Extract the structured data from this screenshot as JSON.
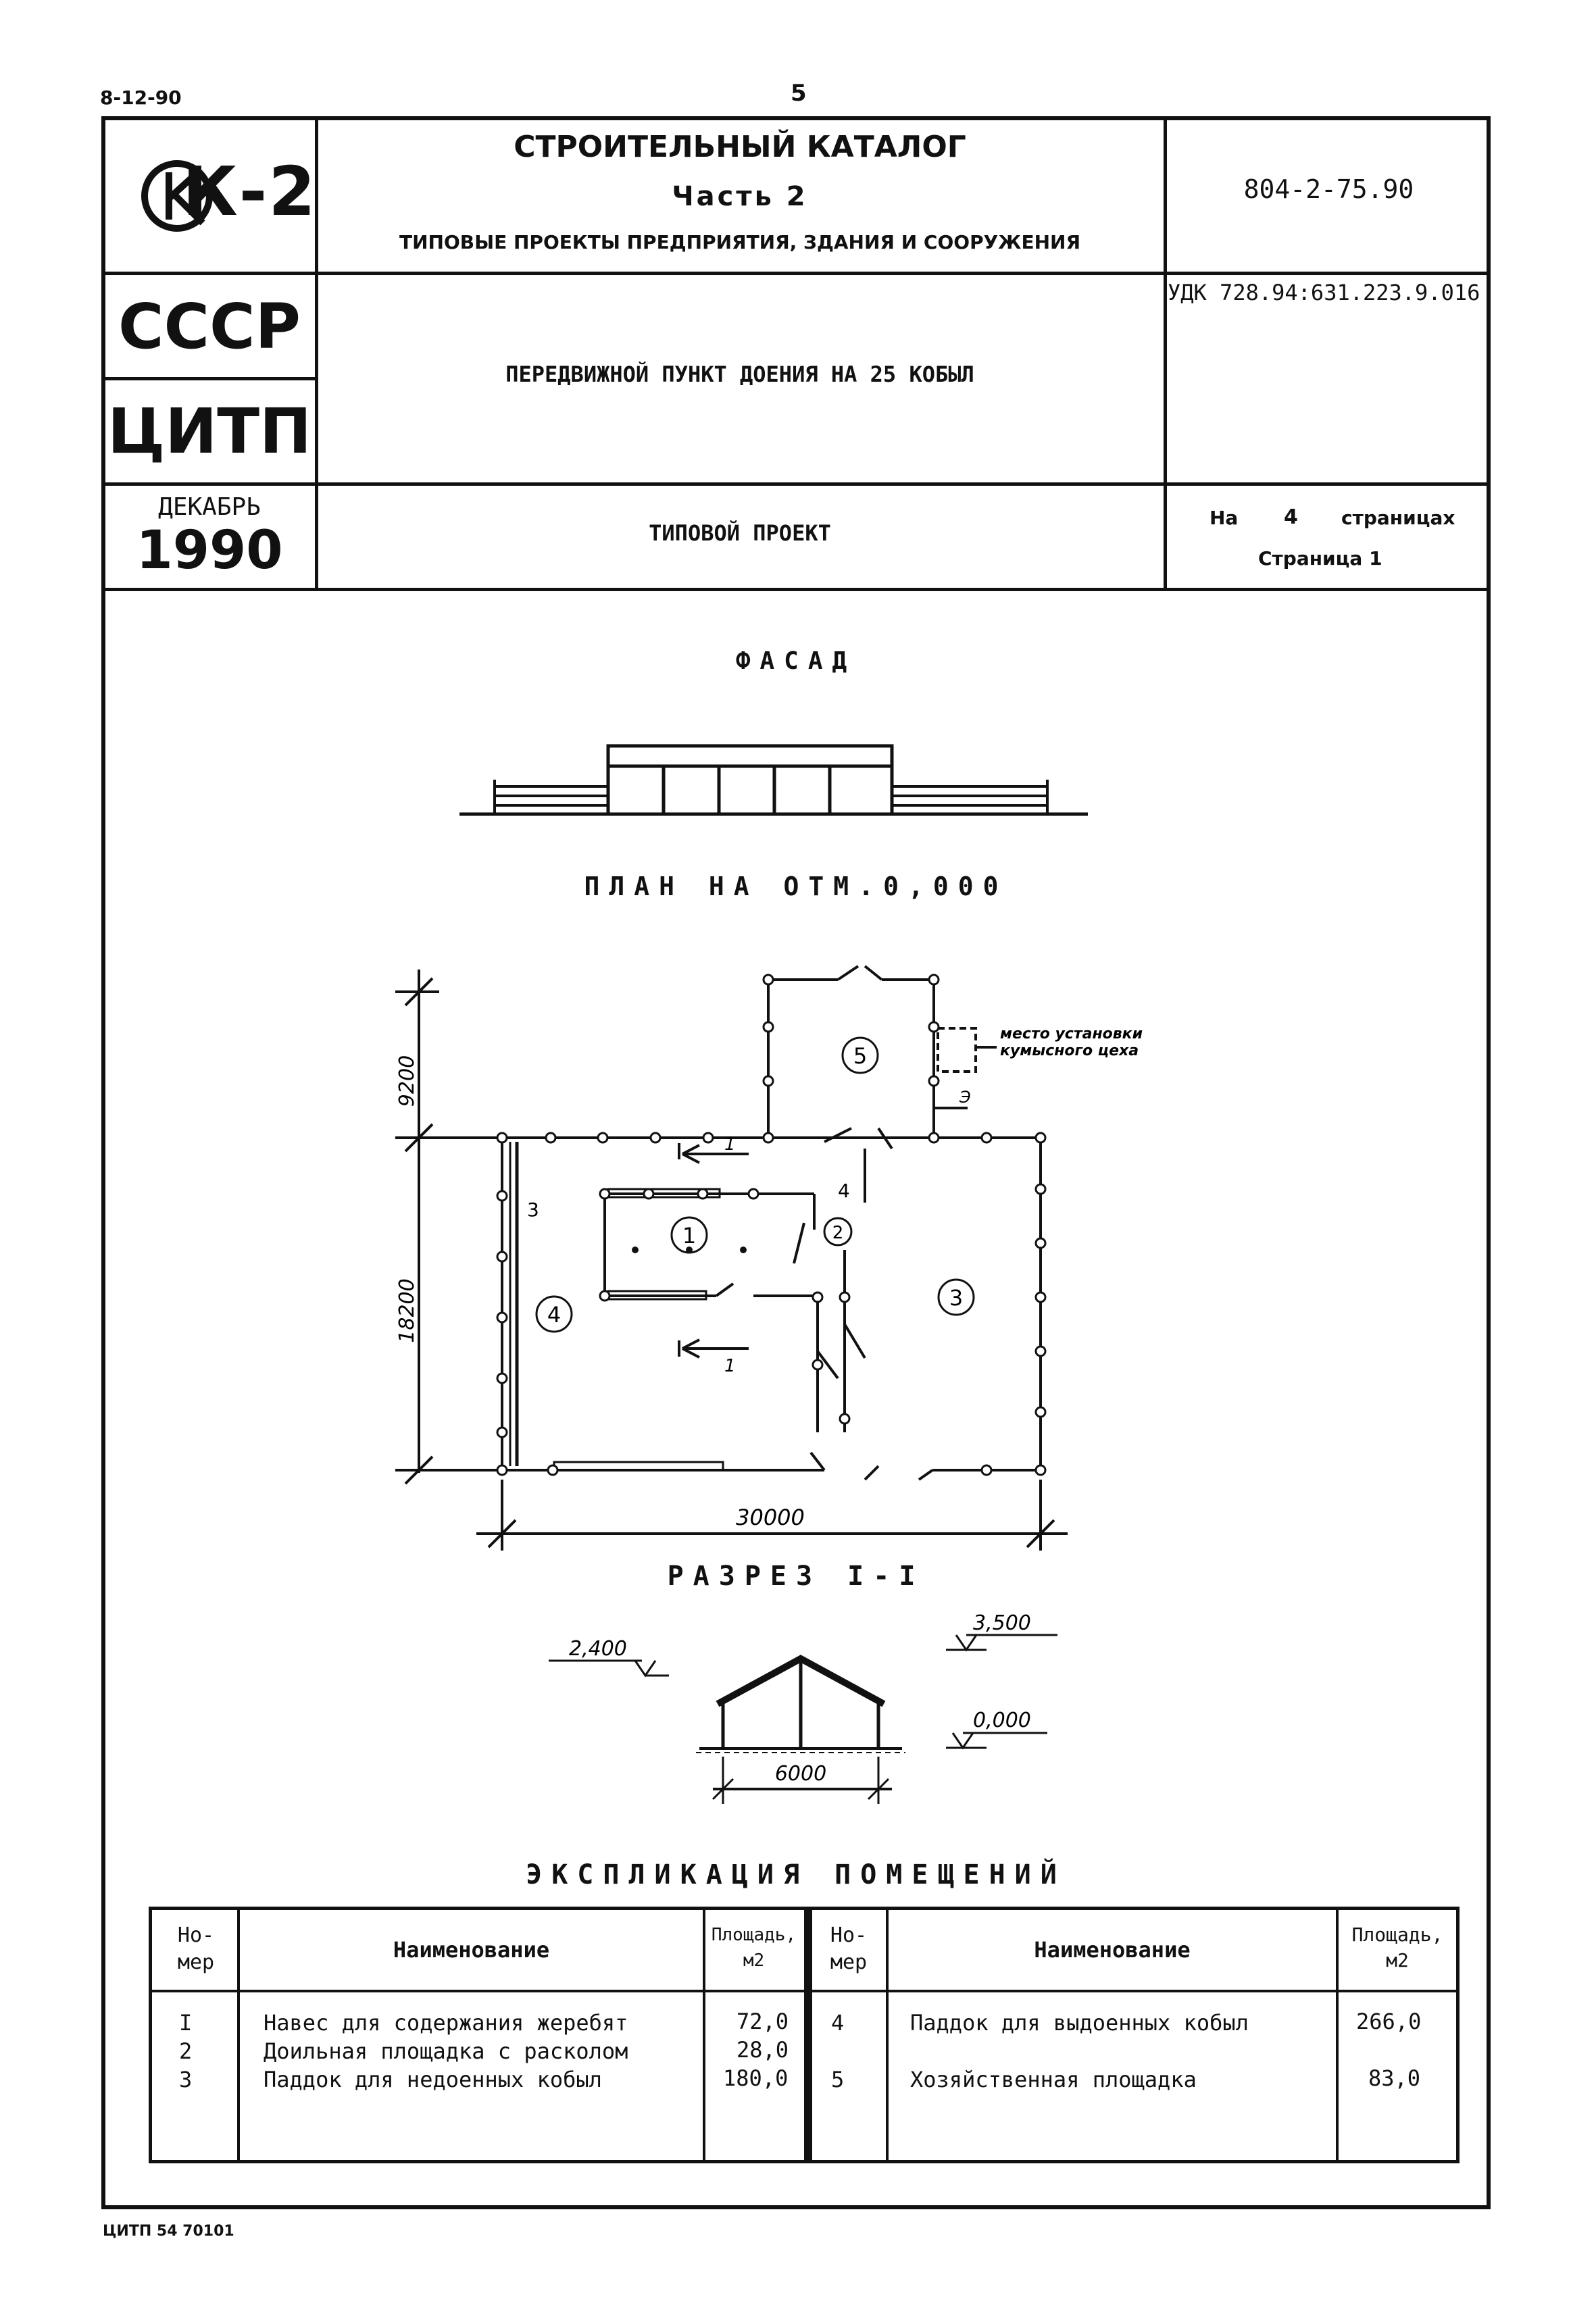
{
  "top": {
    "stamp": "8-12-90",
    "page_number": "5",
    "footer": "ЦИТП 54 70101"
  },
  "header": {
    "logo": "К-2",
    "ussr": "СССР",
    "citp": "ЦИТП",
    "month": "ДЕКАБРЬ",
    "year": "1990",
    "catalog_title": "СТРОИТЕЛЬНЫЙ КАТАЛОГ",
    "catalog_part": "Часть 2",
    "catalog_subtitle": "ТИПОВЫЕ ПРОЕКТЫ ПРЕДПРИЯТИЯ, ЗДАНИЯ И СООРУЖЕНИЯ",
    "project_code": "804-2-75.90",
    "udk": "УДК 728.94:631.223.9.016",
    "project_name": "ПЕРЕДВИЖНОЙ ПУНКТ ДОЕНИЯ НА 25 КОБЫЛ",
    "project_type": "ТИПОВОЙ ПРОЕКТ",
    "pages_prefix": "На",
    "pages_count": "4",
    "pages_suffix": "страницах",
    "page_label": "Страница 1"
  },
  "drawing": {
    "facade_title": "ФАСАД",
    "plan_title": "ПЛАН НА ОТМ.0,000",
    "section_title": "РАЗРЕЗ I-I",
    "dim_9200": "9200",
    "dim_18200": "18200",
    "dim_30000": "30000",
    "dim_6000": "6000",
    "mark_2400": "2,400",
    "mark_3500": "3,500",
    "mark_0000": "0,000",
    "note_line1": "место установки",
    "note_line2": "кумысного цеха",
    "note_number": "Э",
    "rooms": [
      "1",
      "2",
      "3",
      "4",
      "5"
    ],
    "small_labels": [
      "3",
      "4"
    ],
    "section_arrow_label": "1"
  },
  "explication": {
    "title": "ЭКСПЛИКАЦИЯ ПОМЕЩЕНИЙ",
    "col_number": "Но- мер",
    "col_name": "Наименование",
    "col_area": "Площадь, м2",
    "left_rows": [
      {
        "num": "I",
        "name": "Навес для содержания жеребят",
        "area": "72,0"
      },
      {
        "num": "2",
        "name": "Доильная площадка с расколом",
        "area": "28,0"
      },
      {
        "num": "3",
        "name": "Паддок для недоенных кобыл",
        "area": "180,0"
      }
    ],
    "right_rows": [
      {
        "num": "4",
        "name": "Паддок для выдоенных кобыл",
        "area": "266,0"
      },
      {
        "num": "5",
        "name": "Хозяйственная площадка",
        "area": "83,0"
      }
    ]
  }
}
